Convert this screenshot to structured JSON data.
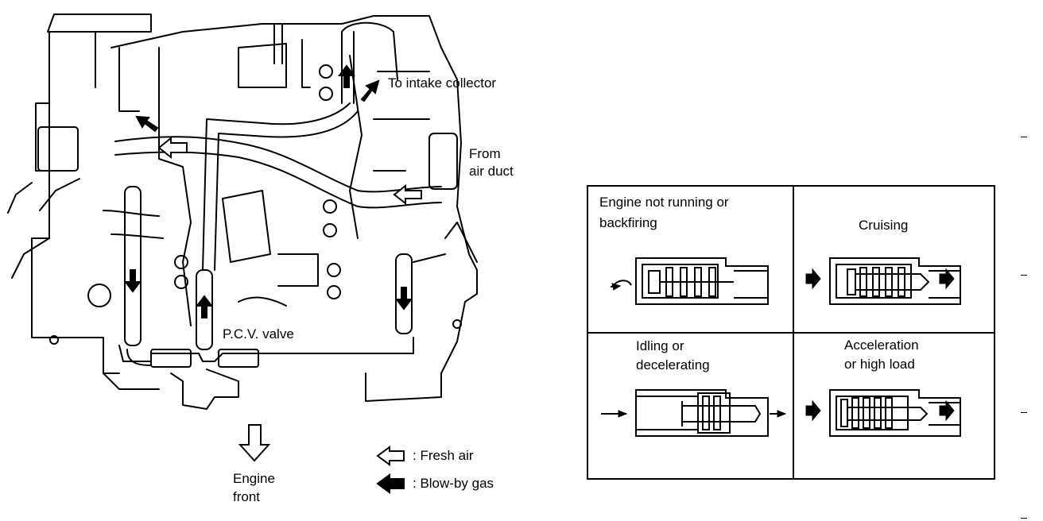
{
  "engine_diagram": {
    "label_to_intake": "To intake collector",
    "label_from_air_duct": [
      "From",
      "air duct"
    ],
    "label_pcv_valve": "P.C.V. valve",
    "label_engine_front": [
      "Engine",
      "front"
    ]
  },
  "legend": {
    "fresh_air": ": Fresh air",
    "blowby_gas": ": Blow-by gas"
  },
  "valve_states": {
    "engine_not_running": [
      "Engine not running or",
      "backfiring"
    ],
    "cruising": "Cruising",
    "idling": [
      "Idling or",
      "decelerating"
    ],
    "acceleration": [
      "Acceleration",
      "or high load"
    ]
  }
}
